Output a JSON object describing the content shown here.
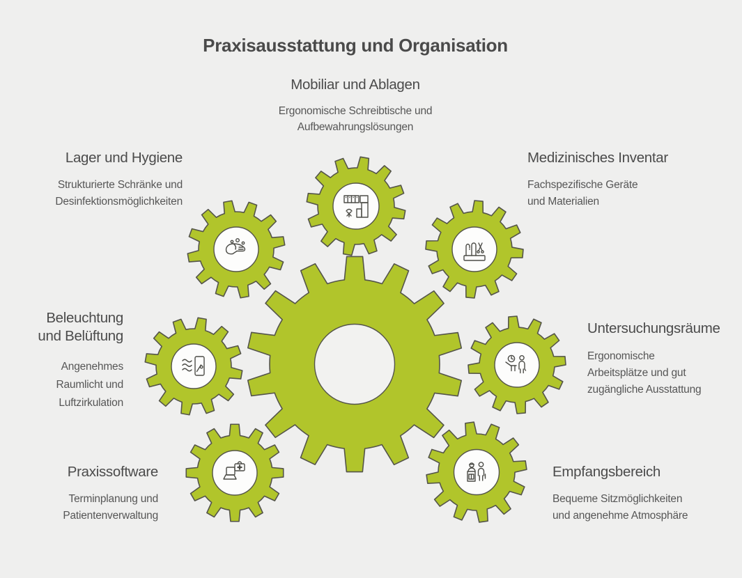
{
  "title": "Praxisausstattung und Organisation",
  "colors": {
    "background": "#efefee",
    "gear_fill": "#b1c52b",
    "gear_outline": "#54544a",
    "heading_text": "#4a4a4a",
    "body_text": "#565656"
  },
  "items": {
    "mobiliar": {
      "label": "Mobiliar und Ablagen",
      "description": "Ergonomische Schreibtische und\nAufbewahrungslösungen",
      "icon": "desk-floorplan-icon"
    },
    "lager": {
      "label": "Lager und Hygiene",
      "description": "Strukturierte Schränke und\nDesinfektionsmöglichkeiten",
      "icon": "hand-washing-icon"
    },
    "medizin": {
      "label": "Medizinisches Inventar",
      "description": "Fachspezifische Geräte\nund Materialien",
      "icon": "medical-instruments-icon"
    },
    "beleuchtung": {
      "label": "Beleuchtung\nund Belüftung",
      "description": "Angenehmes\nRaumlicht und\nLuftzirkulation",
      "icon": "air-ventilation-icon"
    },
    "untersuchung": {
      "label": "Untersuchungsräume",
      "description": "Ergonomische\nArbeitsplätze und gut\nzugängliche Ausstattung",
      "icon": "examination-room-icon"
    },
    "software": {
      "label": "Praxissoftware",
      "description": "Terminplanung und\nPatientenverwaltung",
      "icon": "medical-laptop-icon"
    },
    "empfang": {
      "label": "Empfangsbereich",
      "description": "Bequeme Sitzmöglichkeiten\nund angenehme Atmosphäre",
      "icon": "reception-desk-icon"
    }
  }
}
